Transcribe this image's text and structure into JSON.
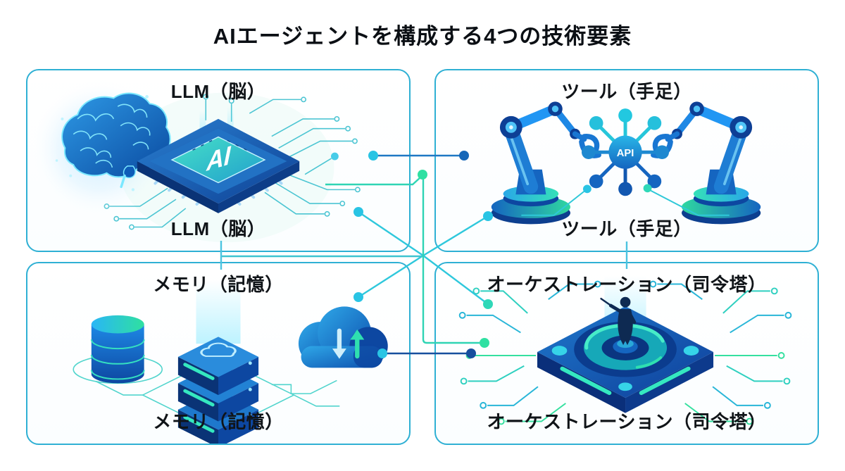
{
  "title": "AIエージェントを構成する4つの技術要素",
  "quadrants": {
    "llm": {
      "top_label": "LLM（脳）",
      "bottom_label": "LLM（脳）",
      "chip_text": "AI"
    },
    "tools": {
      "top_label": "ツール（手足）",
      "bottom_label": "ツール（手足）",
      "hub_text": "API"
    },
    "memory": {
      "top_label": "メモリ（記憶）",
      "bottom_label": "メモリ（記憶）"
    },
    "orchestration": {
      "top_label": "オーケストレーション（司令塔）",
      "bottom_label": "オーケストレーション（司令塔）"
    }
  },
  "icons": {
    "llm": [
      "brain-icon",
      "ai-chip-icon"
    ],
    "tools": [
      "robot-arm-left-icon",
      "api-hub-icon",
      "robot-arm-right-icon"
    ],
    "memory": [
      "database-icon",
      "server-stack-icon",
      "cloud-sync-icon"
    ],
    "orchestration": [
      "conductor-platform-icon"
    ]
  },
  "colors": {
    "box_border": "#2fb0d4",
    "accent_cyan": "#29c4e4",
    "accent_teal": "#2fe0a2",
    "accent_blue": "#1565c0",
    "dark_navy": "#0d47a1",
    "title_text": "#0b0f14"
  }
}
